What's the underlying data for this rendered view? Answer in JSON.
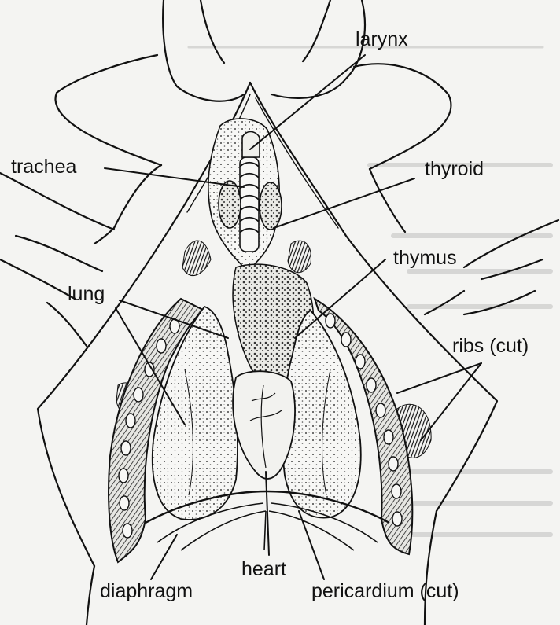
{
  "labels": {
    "larynx": "larynx",
    "trachea": "trachea",
    "thyroid": "thyroid",
    "thymus": "thymus",
    "lung": "lung",
    "ribs": "ribs (cut)",
    "heart": "heart",
    "diaphragm": "diaphragm",
    "pericardium": "pericardium (cut)"
  }
}
